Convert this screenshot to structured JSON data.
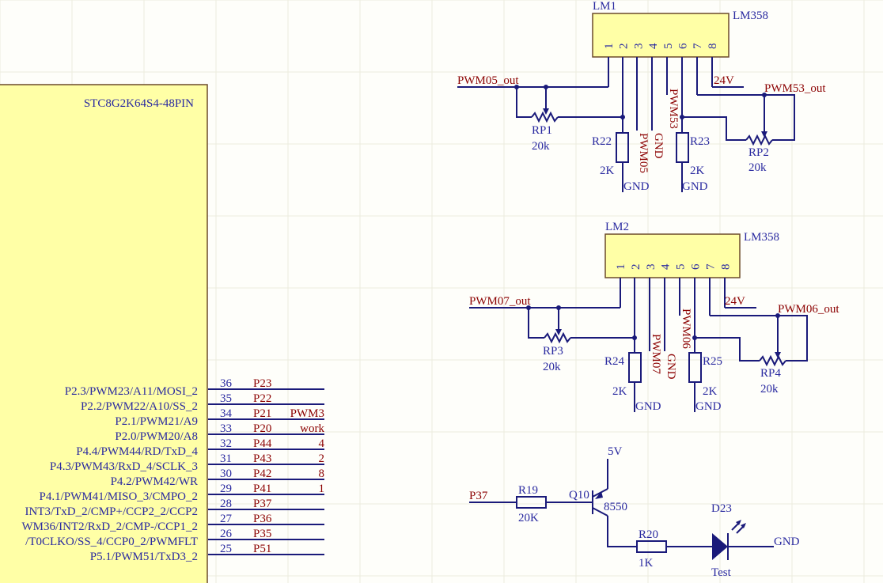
{
  "chip": {
    "name": "STC8G2K64S4-48PIN",
    "pins": [
      {
        "func": "P2.3/PWM23/A11/MOSI_2",
        "num": "36",
        "net": "P23",
        "extra": ""
      },
      {
        "func": "P2.2/PWM22/A10/SS_2",
        "num": "35",
        "net": "P22",
        "extra": ""
      },
      {
        "func": "P2.1/PWM21/A9",
        "num": "34",
        "net": "P21",
        "extra": "PWM3"
      },
      {
        "func": "P2.0/PWM20/A8",
        "num": "33",
        "net": "P20",
        "extra": "work"
      },
      {
        "func": "P4.4/PWM44/RD/TxD_4",
        "num": "32",
        "net": "P44",
        "extra": "4"
      },
      {
        "func": "P4.3/PWM43/RxD_4/SCLK_3",
        "num": "31",
        "net": "P43",
        "extra": "2"
      },
      {
        "func": "P4.2/PWM42/WR",
        "num": "30",
        "net": "P42",
        "extra": "8"
      },
      {
        "func": "P4.1/PWM41/MISO_3/CMPO_2",
        "num": "29",
        "net": "P41",
        "extra": "1"
      },
      {
        "func": "INT3/TxD_2/CMP+/CCP2_2/CCP2",
        "num": "28",
        "net": "P37",
        "extra": ""
      },
      {
        "func": "WM36/INT2/RxD_2/CMP-/CCP1_2",
        "num": "27",
        "net": "P36",
        "extra": ""
      },
      {
        "func": "/T0CLKO/SS_4/CCP0_2/PWMFLT",
        "num": "26",
        "net": "P35",
        "extra": ""
      },
      {
        "func": "P5.1/PWM51/TxD3_2",
        "num": "25",
        "net": "P51",
        "extra": ""
      }
    ]
  },
  "opamp1": {
    "designator": "LM1",
    "part": "LM358",
    "pins": [
      "1",
      "2",
      "3",
      "4",
      "5",
      "6",
      "7",
      "8"
    ],
    "in_net": "PWM05_out",
    "out_net": "PWM53_out",
    "supply": "24V",
    "pin3_net": "PWM05",
    "pin4_net": "GND",
    "pin5_net": "PWM53",
    "rp_left": {
      "ref": "RP1",
      "value": "20k"
    },
    "rp_right": {
      "ref": "RP2",
      "value": "20k"
    },
    "r_left": {
      "ref": "R22",
      "value": "2K",
      "gnd": "GND"
    },
    "r_right": {
      "ref": "R23",
      "value": "2K",
      "gnd": "GND"
    }
  },
  "opamp2": {
    "designator": "LM2",
    "part": "LM358",
    "pins": [
      "1",
      "2",
      "3",
      "4",
      "5",
      "6",
      "7",
      "8"
    ],
    "in_net": "PWM07_out",
    "out_net": "PWM06_out",
    "supply": "24V",
    "pin3_net": "PWM07",
    "pin4_net": "GND",
    "pin5_net": "PWM06",
    "rp_left": {
      "ref": "RP3",
      "value": "20k"
    },
    "rp_right": {
      "ref": "RP4",
      "value": "20k"
    },
    "r_left": {
      "ref": "R24",
      "value": "2K",
      "gnd": "GND"
    },
    "r_right": {
      "ref": "R25",
      "value": "2K",
      "gnd": "GND"
    }
  },
  "led_driver": {
    "supply": "5V",
    "in_net": "P37",
    "r_base": {
      "ref": "R19",
      "value": "20K"
    },
    "transistor": {
      "ref": "Q10",
      "part": "8550"
    },
    "r_led": {
      "ref": "R20",
      "value": "1K"
    },
    "led": {
      "ref": "D23",
      "label": "Test"
    },
    "gnd": "GND"
  }
}
